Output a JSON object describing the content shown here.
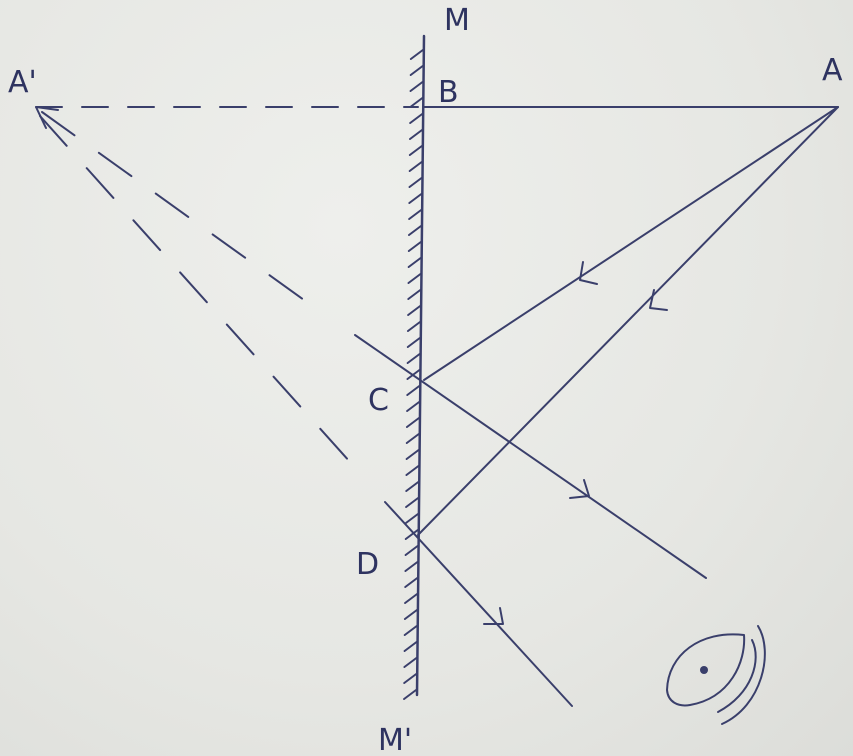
{
  "labels": {
    "mirror_top": "M",
    "mirror_bottom": "M'",
    "object": "A",
    "image": "A'",
    "normal_point": "B",
    "incidence_upper": "C",
    "incidence_lower": "D"
  },
  "icons": {
    "eye": "eye-icon"
  },
  "colors": {
    "ink": "#3a3f6b",
    "paper": "#e7e8e5"
  }
}
